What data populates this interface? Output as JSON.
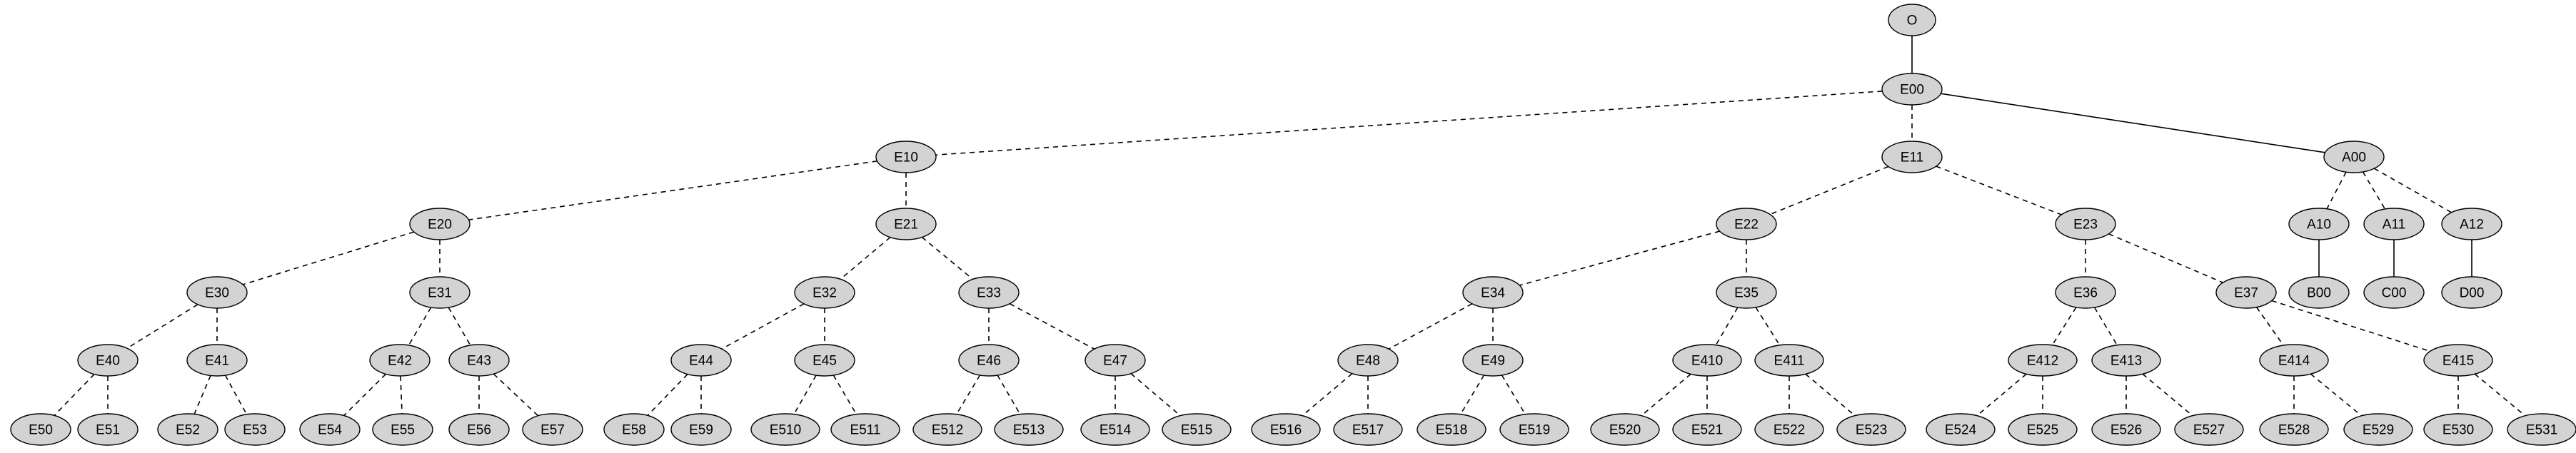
{
  "diagram": {
    "type": "tree",
    "node_fill": "#d3d3d3",
    "nodes": [
      {
        "id": "O",
        "label": "O"
      },
      {
        "id": "E00",
        "label": "E00"
      },
      {
        "id": "E10",
        "label": "E10"
      },
      {
        "id": "E11",
        "label": "E11"
      },
      {
        "id": "A00",
        "label": "A00"
      },
      {
        "id": "E20",
        "label": "E20"
      },
      {
        "id": "E21",
        "label": "E21"
      },
      {
        "id": "E22",
        "label": "E22"
      },
      {
        "id": "E23",
        "label": "E23"
      },
      {
        "id": "A10",
        "label": "A10"
      },
      {
        "id": "A11",
        "label": "A11"
      },
      {
        "id": "A12",
        "label": "A12"
      },
      {
        "id": "E30",
        "label": "E30"
      },
      {
        "id": "E31",
        "label": "E31"
      },
      {
        "id": "E32",
        "label": "E32"
      },
      {
        "id": "E33",
        "label": "E33"
      },
      {
        "id": "E34",
        "label": "E34"
      },
      {
        "id": "E35",
        "label": "E35"
      },
      {
        "id": "E36",
        "label": "E36"
      },
      {
        "id": "E37",
        "label": "E37"
      },
      {
        "id": "B00",
        "label": "B00"
      },
      {
        "id": "C00",
        "label": "C00"
      },
      {
        "id": "D00",
        "label": "D00"
      },
      {
        "id": "E40",
        "label": "E40"
      },
      {
        "id": "E41",
        "label": "E41"
      },
      {
        "id": "E42",
        "label": "E42"
      },
      {
        "id": "E43",
        "label": "E43"
      },
      {
        "id": "E44",
        "label": "E44"
      },
      {
        "id": "E45",
        "label": "E45"
      },
      {
        "id": "E46",
        "label": "E46"
      },
      {
        "id": "E47",
        "label": "E47"
      },
      {
        "id": "E48",
        "label": "E48"
      },
      {
        "id": "E49",
        "label": "E49"
      },
      {
        "id": "E410",
        "label": "E410"
      },
      {
        "id": "E411",
        "label": "E411"
      },
      {
        "id": "E412",
        "label": "E412"
      },
      {
        "id": "E413",
        "label": "E413"
      },
      {
        "id": "E414",
        "label": "E414"
      },
      {
        "id": "E415",
        "label": "E415"
      },
      {
        "id": "E50",
        "label": "E50"
      },
      {
        "id": "E51",
        "label": "E51"
      },
      {
        "id": "E52",
        "label": "E52"
      },
      {
        "id": "E53",
        "label": "E53"
      },
      {
        "id": "E54",
        "label": "E54"
      },
      {
        "id": "E55",
        "label": "E55"
      },
      {
        "id": "E56",
        "label": "E56"
      },
      {
        "id": "E57",
        "label": "E57"
      },
      {
        "id": "E58",
        "label": "E58"
      },
      {
        "id": "E59",
        "label": "E59"
      },
      {
        "id": "E510",
        "label": "E510"
      },
      {
        "id": "E511",
        "label": "E511"
      },
      {
        "id": "E512",
        "label": "E512"
      },
      {
        "id": "E513",
        "label": "E513"
      },
      {
        "id": "E514",
        "label": "E514"
      },
      {
        "id": "E515",
        "label": "E515"
      },
      {
        "id": "E516",
        "label": "E516"
      },
      {
        "id": "E517",
        "label": "E517"
      },
      {
        "id": "E518",
        "label": "E518"
      },
      {
        "id": "E519",
        "label": "E519"
      },
      {
        "id": "E520",
        "label": "E520"
      },
      {
        "id": "E521",
        "label": "E521"
      },
      {
        "id": "E522",
        "label": "E522"
      },
      {
        "id": "E523",
        "label": "E523"
      },
      {
        "id": "E524",
        "label": "E524"
      },
      {
        "id": "E525",
        "label": "E525"
      },
      {
        "id": "E526",
        "label": "E526"
      },
      {
        "id": "E527",
        "label": "E527"
      },
      {
        "id": "E528",
        "label": "E528"
      },
      {
        "id": "E529",
        "label": "E529"
      },
      {
        "id": "E530",
        "label": "E530"
      },
      {
        "id": "E531",
        "label": "E531"
      }
    ],
    "edges": [
      {
        "from": "O",
        "to": "E00",
        "style": "solid"
      },
      {
        "from": "E00",
        "to": "E10",
        "style": "dashed"
      },
      {
        "from": "E00",
        "to": "E11",
        "style": "dashed"
      },
      {
        "from": "E00",
        "to": "A00",
        "style": "solid"
      },
      {
        "from": "E10",
        "to": "E20",
        "style": "dashed"
      },
      {
        "from": "E10",
        "to": "E21",
        "style": "dashed"
      },
      {
        "from": "E11",
        "to": "E22",
        "style": "dashed"
      },
      {
        "from": "E11",
        "to": "E23",
        "style": "dashed"
      },
      {
        "from": "A00",
        "to": "A10",
        "style": "dashed"
      },
      {
        "from": "A00",
        "to": "A11",
        "style": "dashed"
      },
      {
        "from": "A00",
        "to": "A12",
        "style": "dashed"
      },
      {
        "from": "E20",
        "to": "E30",
        "style": "dashed"
      },
      {
        "from": "E20",
        "to": "E31",
        "style": "dashed"
      },
      {
        "from": "E21",
        "to": "E32",
        "style": "dashed"
      },
      {
        "from": "E21",
        "to": "E33",
        "style": "dashed"
      },
      {
        "from": "E22",
        "to": "E34",
        "style": "dashed"
      },
      {
        "from": "E22",
        "to": "E35",
        "style": "dashed"
      },
      {
        "from": "E23",
        "to": "E36",
        "style": "dashed"
      },
      {
        "from": "E23",
        "to": "E37",
        "style": "dashed"
      },
      {
        "from": "A10",
        "to": "B00",
        "style": "solid"
      },
      {
        "from": "A11",
        "to": "C00",
        "style": "solid"
      },
      {
        "from": "A12",
        "to": "D00",
        "style": "solid"
      },
      {
        "from": "E30",
        "to": "E40",
        "style": "dashed"
      },
      {
        "from": "E30",
        "to": "E41",
        "style": "dashed"
      },
      {
        "from": "E31",
        "to": "E42",
        "style": "dashed"
      },
      {
        "from": "E31",
        "to": "E43",
        "style": "dashed"
      },
      {
        "from": "E32",
        "to": "E44",
        "style": "dashed"
      },
      {
        "from": "E32",
        "to": "E45",
        "style": "dashed"
      },
      {
        "from": "E33",
        "to": "E46",
        "style": "dashed"
      },
      {
        "from": "E33",
        "to": "E47",
        "style": "dashed"
      },
      {
        "from": "E34",
        "to": "E48",
        "style": "dashed"
      },
      {
        "from": "E34",
        "to": "E49",
        "style": "dashed"
      },
      {
        "from": "E35",
        "to": "E410",
        "style": "dashed"
      },
      {
        "from": "E35",
        "to": "E411",
        "style": "dashed"
      },
      {
        "from": "E36",
        "to": "E412",
        "style": "dashed"
      },
      {
        "from": "E36",
        "to": "E413",
        "style": "dashed"
      },
      {
        "from": "E37",
        "to": "E414",
        "style": "dashed"
      },
      {
        "from": "E37",
        "to": "E415",
        "style": "dashed"
      },
      {
        "from": "E40",
        "to": "E50",
        "style": "dashed"
      },
      {
        "from": "E40",
        "to": "E51",
        "style": "dashed"
      },
      {
        "from": "E41",
        "to": "E52",
        "style": "dashed"
      },
      {
        "from": "E41",
        "to": "E53",
        "style": "dashed"
      },
      {
        "from": "E42",
        "to": "E54",
        "style": "dashed"
      },
      {
        "from": "E42",
        "to": "E55",
        "style": "dashed"
      },
      {
        "from": "E43",
        "to": "E56",
        "style": "dashed"
      },
      {
        "from": "E43",
        "to": "E57",
        "style": "dashed"
      },
      {
        "from": "E44",
        "to": "E58",
        "style": "dashed"
      },
      {
        "from": "E44",
        "to": "E59",
        "style": "dashed"
      },
      {
        "from": "E45",
        "to": "E510",
        "style": "dashed"
      },
      {
        "from": "E45",
        "to": "E511",
        "style": "dashed"
      },
      {
        "from": "E46",
        "to": "E512",
        "style": "dashed"
      },
      {
        "from": "E46",
        "to": "E513",
        "style": "dashed"
      },
      {
        "from": "E47",
        "to": "E514",
        "style": "dashed"
      },
      {
        "from": "E47",
        "to": "E515",
        "style": "dashed"
      },
      {
        "from": "E48",
        "to": "E516",
        "style": "dashed"
      },
      {
        "from": "E48",
        "to": "E517",
        "style": "dashed"
      },
      {
        "from": "E49",
        "to": "E518",
        "style": "dashed"
      },
      {
        "from": "E49",
        "to": "E519",
        "style": "dashed"
      },
      {
        "from": "E410",
        "to": "E520",
        "style": "dashed"
      },
      {
        "from": "E410",
        "to": "E521",
        "style": "dashed"
      },
      {
        "from": "E411",
        "to": "E522",
        "style": "dashed"
      },
      {
        "from": "E411",
        "to": "E523",
        "style": "dashed"
      },
      {
        "from": "E412",
        "to": "E524",
        "style": "dashed"
      },
      {
        "from": "E412",
        "to": "E525",
        "style": "dashed"
      },
      {
        "from": "E413",
        "to": "E526",
        "style": "dashed"
      },
      {
        "from": "E413",
        "to": "E527",
        "style": "dashed"
      },
      {
        "from": "E414",
        "to": "E528",
        "style": "dashed"
      },
      {
        "from": "E414",
        "to": "E529",
        "style": "dashed"
      },
      {
        "from": "E415",
        "to": "E530",
        "style": "dashed"
      },
      {
        "from": "E415",
        "to": "E531",
        "style": "dashed"
      }
    ]
  }
}
